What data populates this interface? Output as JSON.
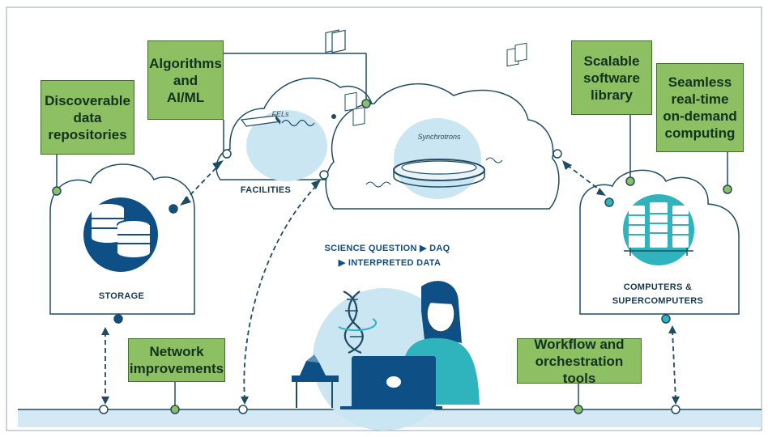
{
  "labels": {
    "discoverable": "Discoverable\ndata\nrepositories",
    "algorithms": "Algorithms\nand\nAI/ML",
    "scalable": "Scalable\nsoftware\nlibrary",
    "seamless": "Seamless\nreal-time\non-demand\ncomputing",
    "network": "Network\nimprovements",
    "workflow": "Workflow and\norchestration tools",
    "storage": "STORAGE",
    "facilities": "FACILITIES",
    "fels": "FELs",
    "synchrotrons": "Synchrotrons",
    "computers_line1": "COMPUTERS &",
    "computers_line2": "SUPERCOMPUTERS",
    "science_line1": "SCIENCE QUESTION ▶ DAQ",
    "science_line2": "▶ INTERPRETED DATA"
  },
  "colors": {
    "green_box": "#8dc063",
    "green_border": "#3f6e2a",
    "navy": "#0e4f86",
    "dark_text": "#17384d",
    "light_blue": "#c9e6f2",
    "teal": "#2fb3bd",
    "network_line": "#d4e9f3"
  },
  "icons": [
    "database-icon",
    "server-rack-icon",
    "dna-icon",
    "laptop-icon",
    "detector-icon",
    "synchrotron-ring-icon",
    "fel-beamline-icon"
  ]
}
